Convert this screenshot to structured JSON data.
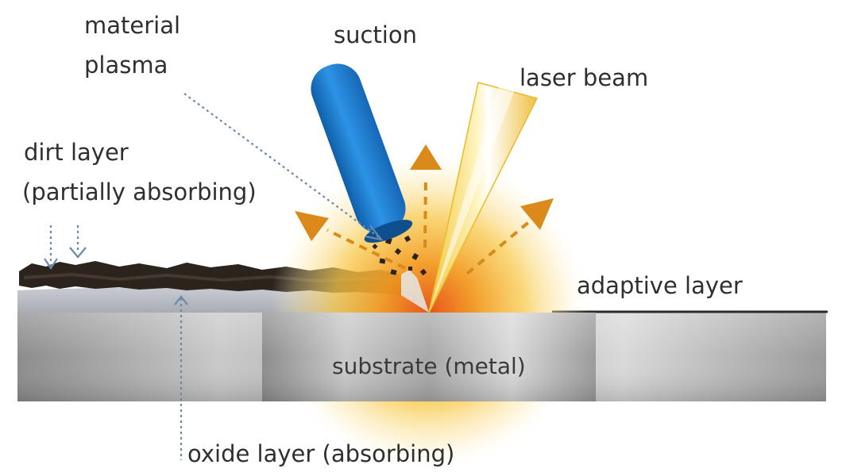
{
  "labels": {
    "material_plasma_line1": "material",
    "material_plasma_line2": "plasma",
    "suction": "suction",
    "laser_beam": "laser beam",
    "dirt_layer_line1": "dirt layer",
    "dirt_layer_line2": "(partially absorbing)",
    "adaptive_layer": "adaptive layer",
    "substrate": "substrate (metal)",
    "oxide_layer": "oxide layer (absorbing)"
  },
  "colors": {
    "suction_nozzle": "#1f7fd1",
    "laser_beam": "#f2cf4a",
    "arrow": "#d98a1a",
    "dirt": "#2b241c",
    "oxide": "#b9bcc1",
    "substrate_light": "#dcdcdc",
    "substrate_dark": "#8f8f8f",
    "leader_line": "#6a8aa8"
  }
}
